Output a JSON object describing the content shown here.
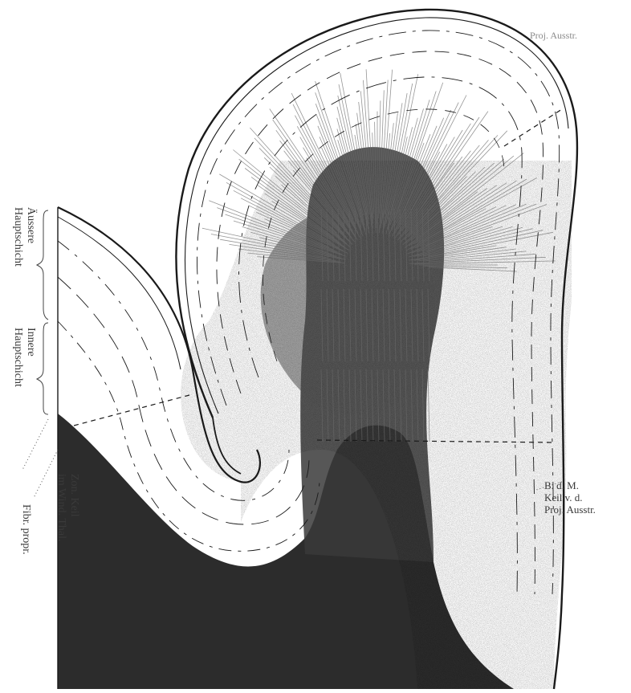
{
  "labels": {
    "proj_ausstr_top": "Proj. Ausstr.",
    "aussere_hauptschicht_1": "Äussere",
    "aussere_hauptschicht_2": "Hauptschicht",
    "innere_hauptschicht_1": "Innere",
    "innere_hauptschicht_2": "Hauptschicht",
    "zon_keil_1": "Zon. Keil",
    "zon_keil_2": "im Wind. Thal.",
    "fibr_propr": "Fibr. propr.",
    "bdm_1": "B. d. M.",
    "bdm_2": "Keil v. d.",
    "bdm_3": "Proj. Ausstr."
  },
  "colors": {
    "ink": "#1a1a1a",
    "fill_dark": "#2a2a2a",
    "background": "#ffffff"
  }
}
